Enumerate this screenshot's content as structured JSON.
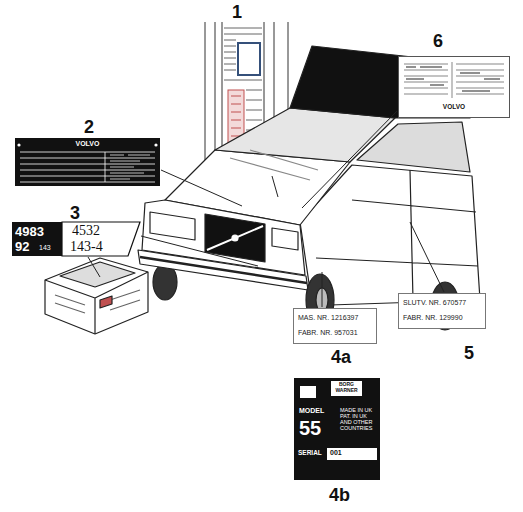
{
  "diagram": {
    "nodes": [
      {
        "text": [
          "VOLVO"
        ]
      },
      {
        "text": [
          "4983",
          "92",
          "143",
          "4532",
          "143-4"
        ]
      },
      {
        "text": [
          "MAS. NR. 1216397",
          "FABR. NR. 957031"
        ]
      },
      {
        "text": [
          "BORG WARNER",
          "MODEL",
          "55",
          "MADE IN UK PAT. IN UK AND OTHER COUNTRIES",
          "SERIAL",
          "001"
        ]
      },
      {
        "text": [
          "SLUTV. NR. 670577",
          "FABR. NR. 129990"
        ]
      },
      {
        "text": [
          "VOLVO"
        ]
      }
    ],
    "labels": [
      "1",
      "2",
      "3",
      "4a",
      "4b",
      "5",
      "6"
    ]
  }
}
